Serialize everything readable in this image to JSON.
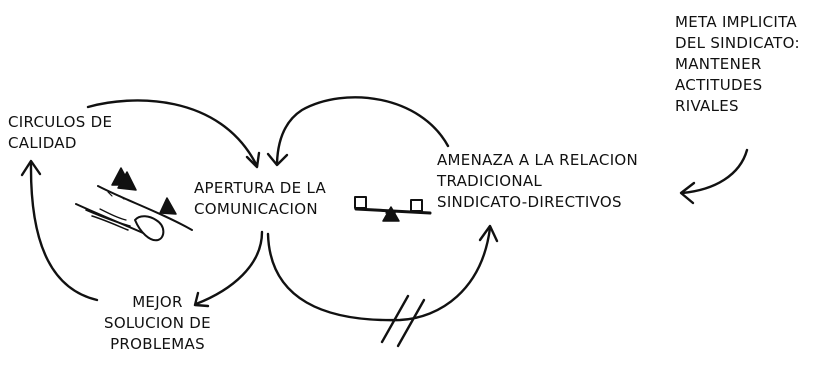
{
  "diagram": {
    "nodes": {
      "circulos_de_calidad": [
        "CIRCULOS DE",
        "CALIDAD"
      ],
      "apertura_comunicacion": [
        "APERTURA DE LA",
        "COMUNICACION"
      ],
      "amenaza_relacion": [
        "AMENAZA A LA RELACION",
        "TRADICIONAL",
        "SINDICATO-DIRECTIVOS"
      ],
      "mejor_solucion": [
        "MEJOR",
        "SOLUCION DE",
        "PROBLEMAS"
      ],
      "meta_implicita": [
        "META IMPLICITA",
        "DEL SINDICATO:",
        "MANTENER",
        "ACTITUDES",
        "RIVALES"
      ]
    },
    "icons": [
      "snowball-rolling-downhill-icon",
      "seesaw-balance-icon",
      "delay-mark-icon"
    ],
    "colors": {
      "ink": "#111111",
      "background": "#ffffff"
    }
  }
}
